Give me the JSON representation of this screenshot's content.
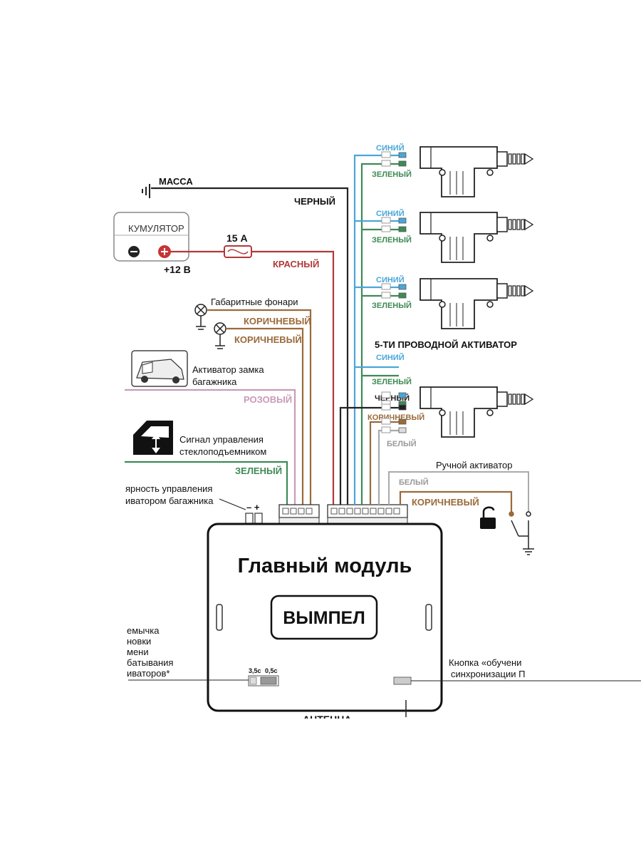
{
  "colors": {
    "black": "#222222",
    "red": "#b03a3a",
    "brown": "#9a6a3a",
    "pink": "#c99bb8",
    "green": "#3d8a55",
    "blue": "#4aa6d8",
    "white_wire": "#aaaaaa"
  },
  "labels": {
    "massa": "МАССА",
    "black_wire": "ЧЕРНЫЙ",
    "battery": "КУМУЛЯТОР",
    "battery_minus": "⊖",
    "fuse": "15 А",
    "plus12v": "+12 В",
    "red_wire": "КРАСНЫЙ",
    "parking_lights": "Габаритные фонари",
    "brown1": "КОРИЧНЕВЫЙ",
    "brown2": "КОРИЧНЕВЫЙ",
    "trunk_actuator_line1": "Активатор замка",
    "trunk_actuator_line2": "багажника",
    "pink_wire": "РОЗОВЫЙ",
    "window_signal_line1": "Сигнал управления",
    "window_signal_line2": "стеклоподъемником",
    "green_wire": "ЗЕЛЕНЫЙ",
    "polarity_line1": "ярность управления",
    "polarity_line2": "иватором багажника",
    "polarity_signs": "– +",
    "five_wire": "5-ТИ ПРОВОДНОЙ АКТИВАТОР",
    "manual_actuator": "Ручной активатор",
    "white_label_main": "БЕЛЫЙ",
    "brown_label_main": "КОРИЧНЕВЫЙ",
    "main_module": "Главный модуль",
    "brand": "ВЫМПЕЛ",
    "jumper_1": "емычка",
    "jumper_2": "новки",
    "jumper_3": "мени",
    "jumper_4": "бaтывания",
    "jumper_5": "иваторов*",
    "t35": "3,5с",
    "t05": "0,5с",
    "learn_1": "Кнопка «обучени",
    "learn_2": "синхронизации П",
    "antenna": "АНТЕННА"
  },
  "actuators": [
    {
      "blue": "СИНИЙ",
      "green": "ЗЕЛЕНЫЙ"
    },
    {
      "blue": "СИНИЙ",
      "green": "ЗЕЛЕНЫЙ"
    },
    {
      "blue": "СИНИЙ",
      "green": "ЗЕЛЕНЫЙ"
    }
  ],
  "actuator5": {
    "blue": "СИНИЙ",
    "green": "ЗЕЛЕНЫЙ",
    "black": "ЧЕРНЫЙ",
    "brown": "КОРИЧНЕВЫЙ",
    "white": "БЕЛЫЙ"
  }
}
